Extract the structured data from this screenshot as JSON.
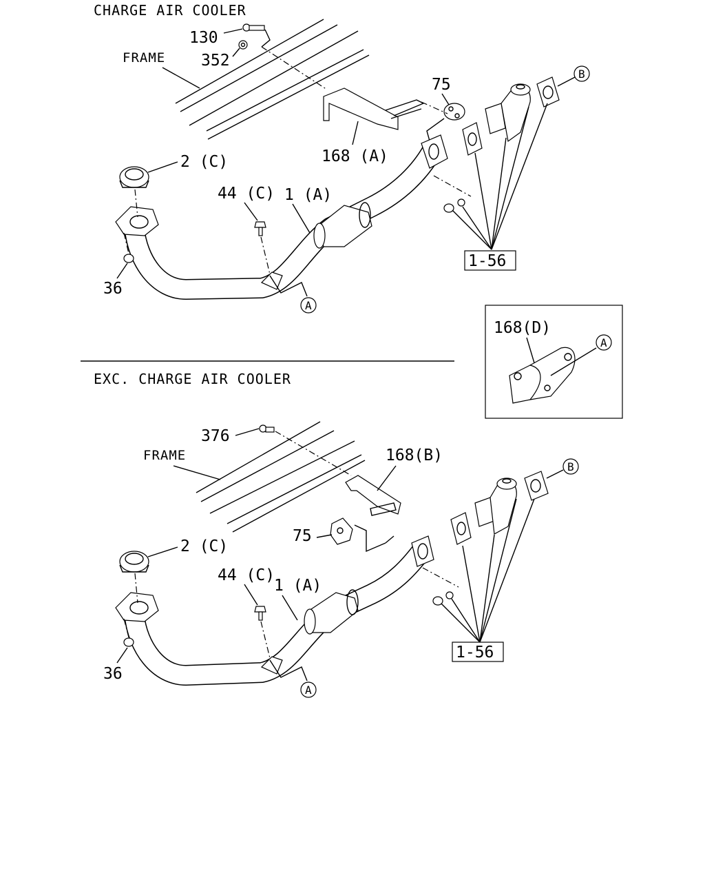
{
  "top": {
    "title": "CHARGE AIR COOLER",
    "frame_label": "FRAME",
    "labels": {
      "p130": "130",
      "p352": "352",
      "p75": "75",
      "p168a": "168 (A)",
      "p2c": "2 (C)",
      "p44c": "44 (C)",
      "p1a": "1 (A)",
      "p36": "36",
      "ref": "1-56",
      "callout_a": "A",
      "callout_b": "B"
    }
  },
  "inset": {
    "label": "168(D)",
    "callout_a": "A"
  },
  "bottom": {
    "title": "EXC.  CHARGE AIR COOLER",
    "frame_label": "FRAME",
    "labels": {
      "p376": "376",
      "p168b": "168(B)",
      "p75": "75",
      "p2c": "2 (C)",
      "p44c": "44 (C)",
      "p1a": "1 (A)",
      "p36": "36",
      "ref": "1-56",
      "callout_a": "A",
      "callout_b": "B"
    }
  }
}
